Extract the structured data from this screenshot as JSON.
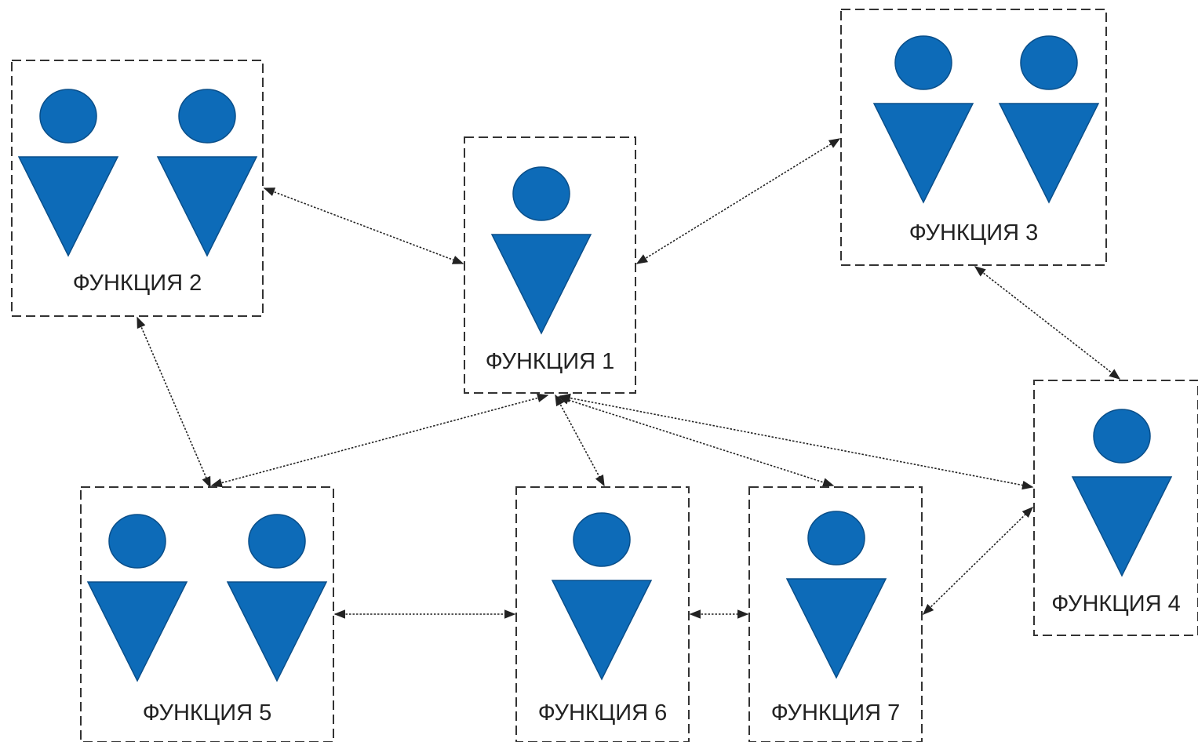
{
  "colors": {
    "figure": "#0d6bb8",
    "figure_stroke": "#0a4f8a",
    "box_border": "#333333",
    "arrow": "#222222",
    "background": "#ffffff",
    "label": "#222222"
  },
  "functions": [
    {
      "id": "f1",
      "label": "ФУНКЦИЯ 1",
      "people": 1
    },
    {
      "id": "f2",
      "label": "ФУНКЦИЯ 2",
      "people": 2
    },
    {
      "id": "f3",
      "label": "ФУНКЦИЯ 3",
      "people": 2
    },
    {
      "id": "f4",
      "label": "ФУНКЦИЯ 4",
      "people": 1
    },
    {
      "id": "f5",
      "label": "ФУНКЦИЯ 5",
      "people": 2
    },
    {
      "id": "f6",
      "label": "ФУНКЦИЯ 6",
      "people": 1
    },
    {
      "id": "f7",
      "label": "ФУНКЦИЯ 7",
      "people": 1
    }
  ],
  "connections": [
    {
      "from": "f2",
      "to": "f1"
    },
    {
      "from": "f1",
      "to": "f3"
    },
    {
      "from": "f3",
      "to": "f4"
    },
    {
      "from": "f2",
      "to": "f5"
    },
    {
      "from": "f1",
      "to": "f5"
    },
    {
      "from": "f1",
      "to": "f6"
    },
    {
      "from": "f1",
      "to": "f7"
    },
    {
      "from": "f1",
      "to": "f4"
    },
    {
      "from": "f5",
      "to": "f6"
    },
    {
      "from": "f6",
      "to": "f7"
    },
    {
      "from": "f7",
      "to": "f4"
    }
  ]
}
